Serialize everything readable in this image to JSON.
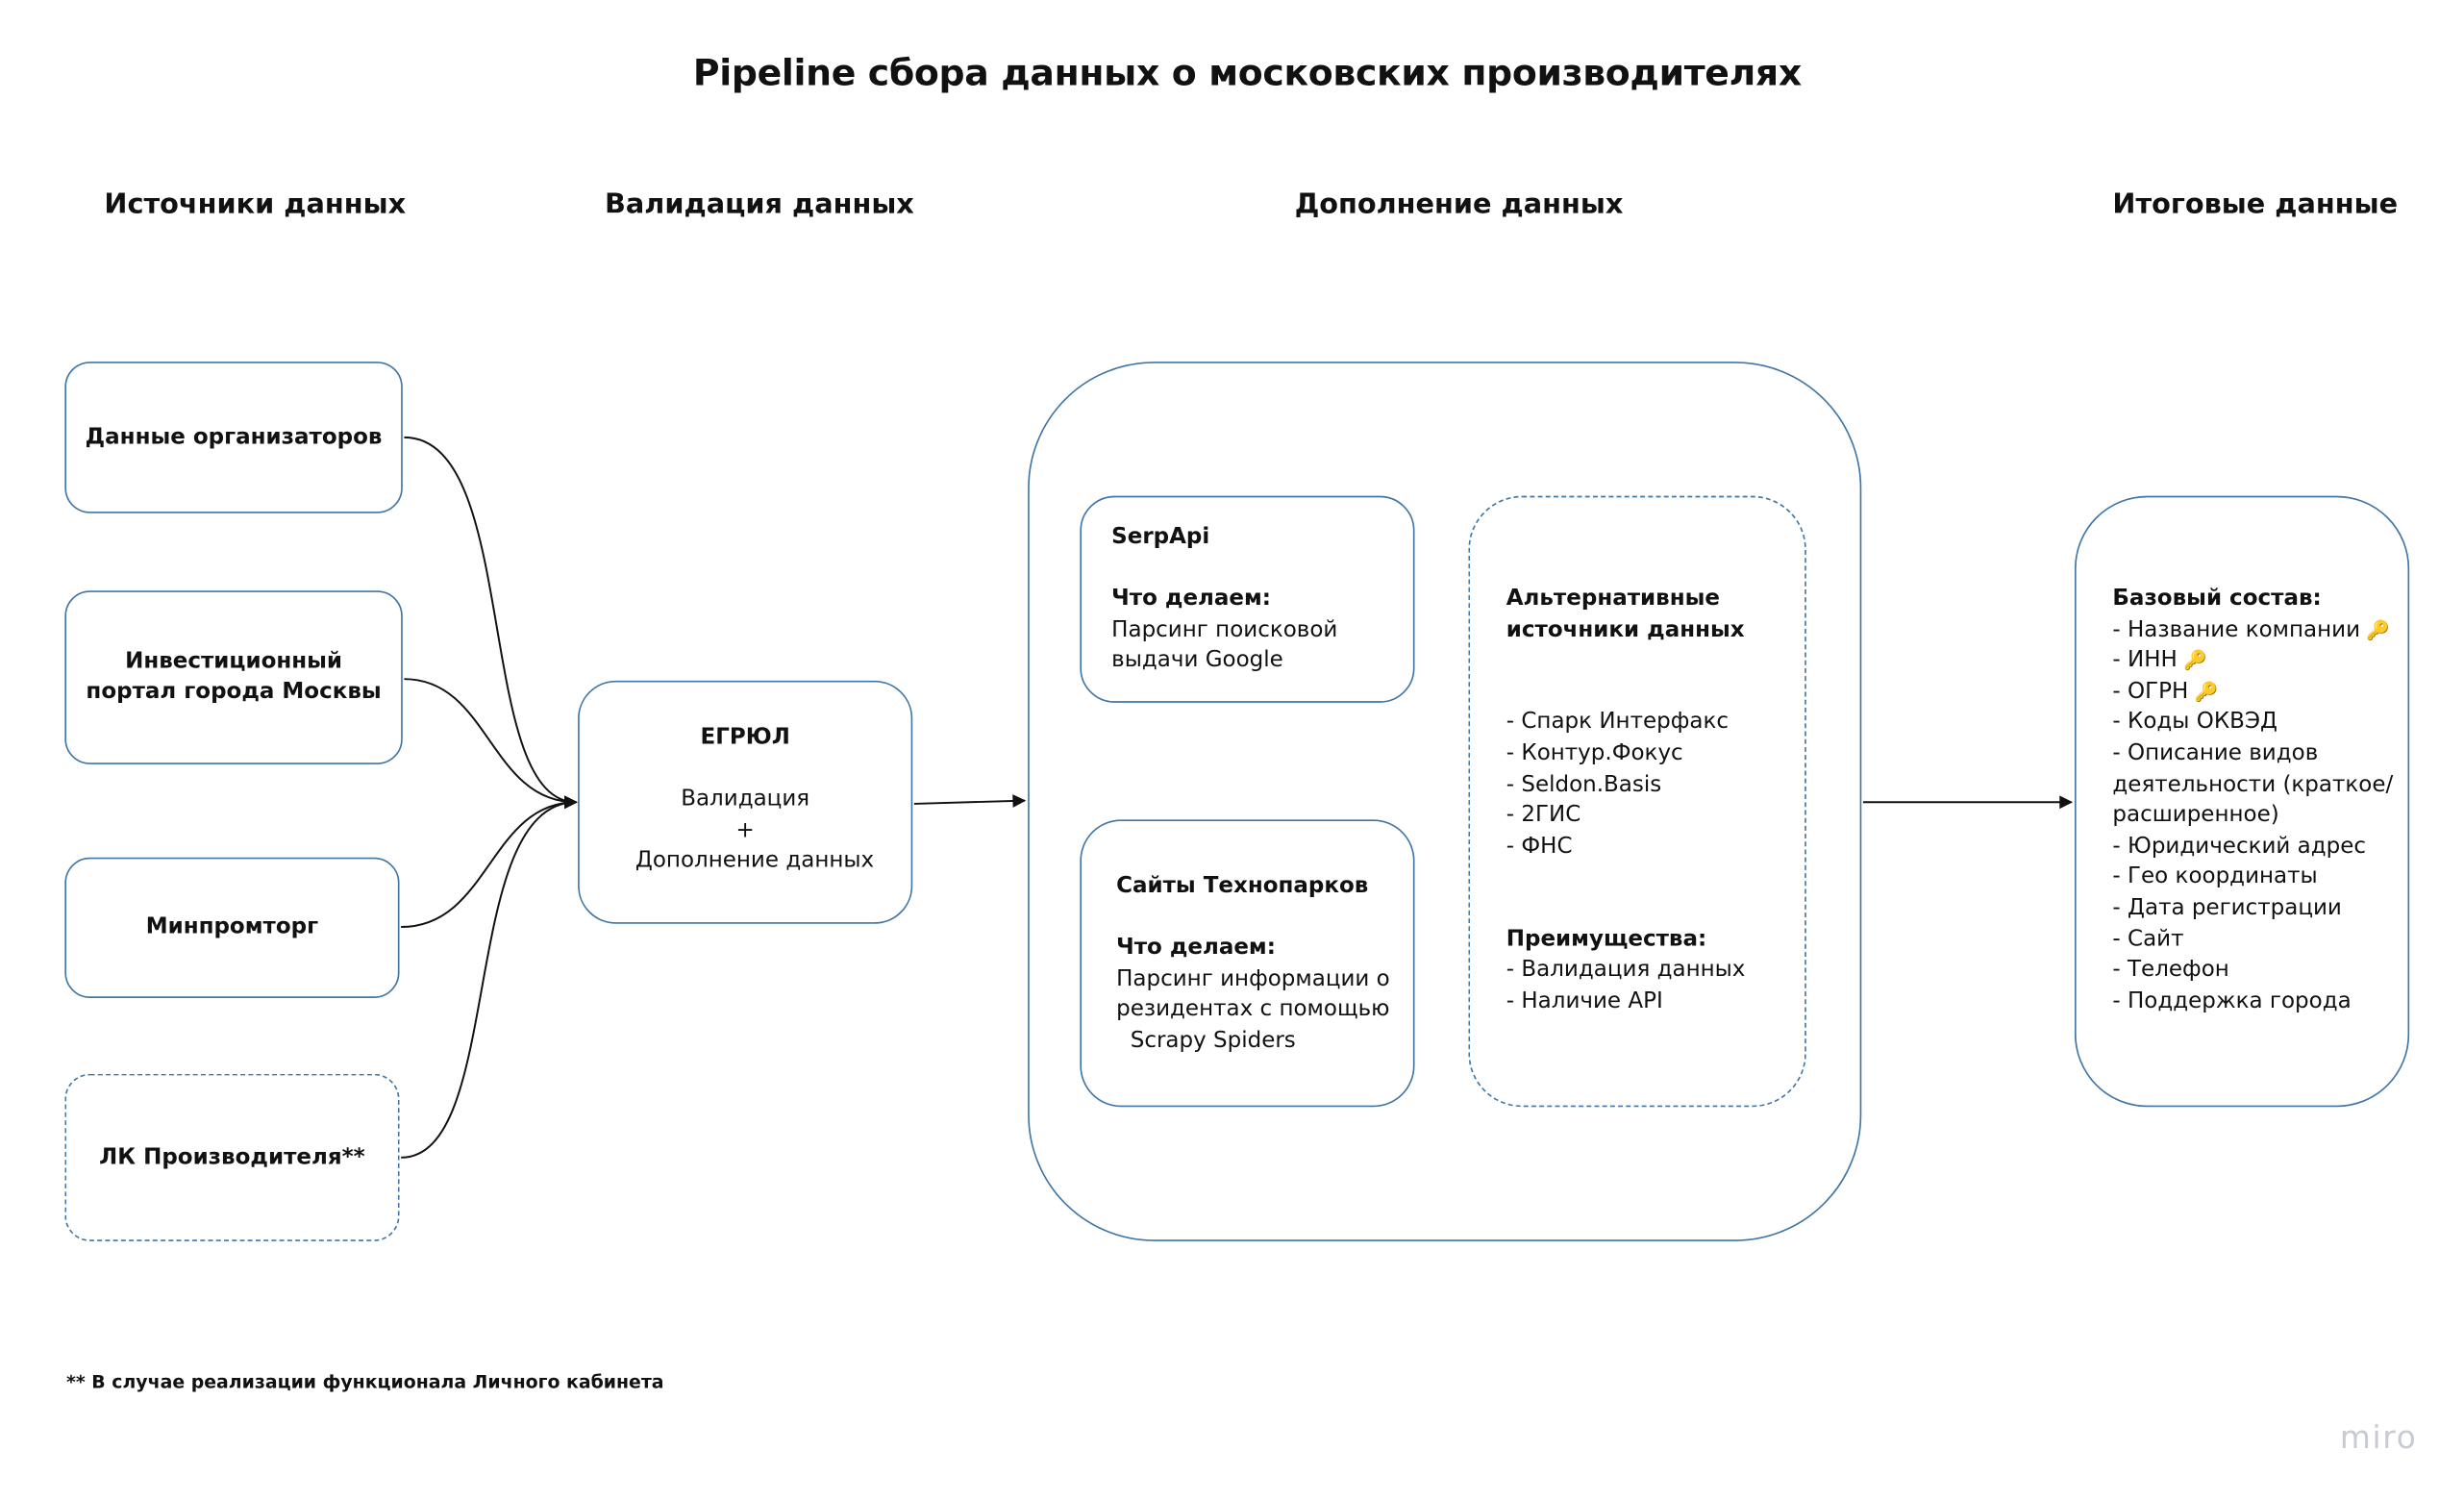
{
  "title": "Pipeline сбора данных о московских производителях",
  "columns": {
    "sources": "Источники данных",
    "validation": "Валидация данных",
    "enrichment": "Дополнение данных",
    "result": "Итоговые данные"
  },
  "sources": [
    {
      "label": "Данные организаторов"
    },
    {
      "label": "Инвестиционный портал города Москвы"
    },
    {
      "label": "Минпромторг"
    },
    {
      "label": "ЛК Производителя**"
    }
  ],
  "validation": {
    "title": "ЕГРЮЛ",
    "line1": "Валидация",
    "line2": "+",
    "line3": "Дополнение данных"
  },
  "serpapi": {
    "title": "SerpApi",
    "what_label": "Что делаем:",
    "lines": [
      "Парсинг поисковой",
      "выдачи Google"
    ]
  },
  "technoparks": {
    "title": "Сайты Технопарков",
    "what_label": "Что делаем:",
    "lines": [
      "Парсинг  информации о",
      "резидентах с помощью",
      "  Scrapy Spiders"
    ]
  },
  "alternatives": {
    "title_lines": [
      "Альтернативные",
      "источники данных"
    ],
    "items": [
      "- Спарк Интерфакс",
      "- Контур.Фокус",
      "- Seldon.Basis",
      "- 2ГИС",
      "- ФНС"
    ],
    "advantages_label": "Преимущества:",
    "advantages": [
      "- Валидация данных",
      "- Наличие API"
    ]
  },
  "result": {
    "title": "Базовый состав:",
    "items": [
      {
        "text": "- Название компании",
        "key": true
      },
      {
        "text": "- ИНН",
        "key": true
      },
      {
        "text": "- ОГРН",
        "key": true
      },
      {
        "text": "- Коды ОКВЭД",
        "key": false
      },
      {
        "text": "- Описание видов",
        "key": false
      },
      {
        "text": "деятельности (краткое/",
        "key": false
      },
      {
        "text": "расширенное)",
        "key": false
      },
      {
        "text": "- Юридический адрес",
        "key": false
      },
      {
        "text": "- Гео координаты",
        "key": false
      },
      {
        "text": "- Дата регистрации",
        "key": false
      },
      {
        "text": "- Сайт",
        "key": false
      },
      {
        "text": "- Телефон",
        "key": false
      },
      {
        "text": "- Поддержка города",
        "key": false
      }
    ]
  },
  "key_icon": "key-icon",
  "footnote": "** В случае реализации функционала Личного кабинета",
  "brand": "miro",
  "colors": {
    "box_border": "#3f76a6",
    "connector": "#111111",
    "watermark": "#c8cbd2",
    "key": "#e0a21b"
  }
}
